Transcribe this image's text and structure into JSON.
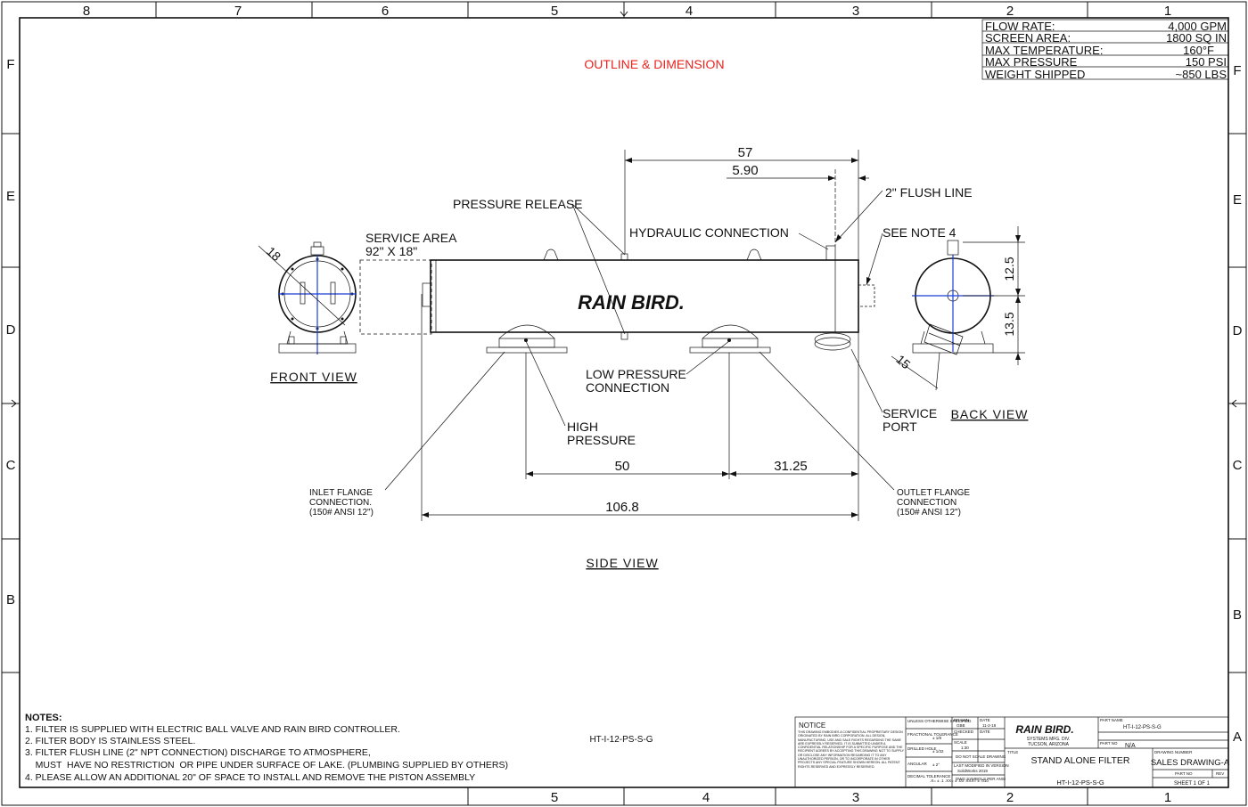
{
  "frame": {
    "top_zones": [
      "8",
      "7",
      "6",
      "5",
      "4",
      "3",
      "2",
      "1"
    ],
    "bottom_zones": [
      "5",
      "4",
      "3",
      "2",
      "1"
    ],
    "left_zones": [
      "F",
      "E",
      "D",
      "C",
      "B"
    ],
    "right_zones": [
      "F",
      "E",
      "D",
      "C",
      "B",
      "A"
    ]
  },
  "title": "OUTLINE & DIMENSION",
  "specs": [
    {
      "label": "FLOW RATE:",
      "value": "4,000 GPM"
    },
    {
      "label": "SCREEN AREA:",
      "value": "1800 SQ IN"
    },
    {
      "label": "MAX TEMPERATURE:",
      "value": "160°F"
    },
    {
      "label": "MAX PRESSURE",
      "value": "150 PSI"
    },
    {
      "label": "WEIGHT SHIPPED",
      "value": "~850 LBS"
    }
  ],
  "views": {
    "front": "FRONT VIEW",
    "side": "SIDE VIEW",
    "back": "BACK VIEW"
  },
  "callouts": {
    "service_area_1": "SERVICE AREA",
    "service_area_2": "92\" X 18\"",
    "pressure_release": "PRESSURE RELEASE",
    "hydraulic": "HYDRAULIC CONNECTION",
    "flush_line": "2\" FLUSH LINE",
    "see_note": "SEE NOTE 4",
    "low_pressure_1": "LOW PRESSURE",
    "low_pressure_2": "CONNECTION",
    "high_pressure_1": "HIGH",
    "high_pressure_2": "PRESSURE",
    "service_port_1": "SERVICE",
    "service_port_2": "PORT",
    "inlet_1": "INLET FLANGE",
    "inlet_2": "CONNECTION.",
    "inlet_3": "(150# ANSI 12\")",
    "outlet_1": "OUTLET FLANGE",
    "outlet_2": "CONNECTION",
    "outlet_3": "(150# ANSI 12\")"
  },
  "dimensions": {
    "d57": "57",
    "d590": "5.90",
    "d50": "50",
    "d3125": "31.25",
    "d1068": "106.8",
    "d18": "18",
    "d125": "12.5",
    "d135": "13.5",
    "d15": "15"
  },
  "brand": "RAIN BIRD.",
  "part_number_center": "HT-I-12-PS-S-G",
  "notes": {
    "heading": "NOTES:",
    "lines": [
      "1. FILTER IS SUPPLIED WITH ELECTRIC BALL VALVE AND RAIN BIRD CONTROLLER.",
      "2. FILTER BODY IS STAINLESS STEEL.",
      "3. FILTER FLUSH LINE (2\" NPT CONNECTION) DISCHARGE TO ATMOSPHERE,",
      "    MUST  HAVE NO RESTRICTION  OR PIPE UNDER SURFACE OF LAKE. (PLUMBING SUPPLIED BY OTHERS)",
      "4. PLEASE ALLOW AN ADDITIONAL 20\" OF SPACE TO INSTALL AND REMOVE THE PISTON ASSEMBLY"
    ]
  },
  "titleblock": {
    "notice": "NOTICE",
    "notice_body": "THIS DRAWING EMBODIES A CONFIDENTIAL PROPRIETARY DESIGN ORIGINATED BY RAIN BIRD CORPORATION. ALL DESIGN, MANUFACTURING, USE AND SALE RIGHTS REGARDING THE SAME ARE EXPRESSLY RESERVED. IT IS SUBMITTED UNDER A CONFIDENTIAL RELATIONSHIP FOR A SPECIFIC PURPOSE AND THE RECIPIENT AGREES BY ACCEPTING THIS DRAWING NOT TO SUPPLY OR DISCLOSE ANY INFORMATION REGARDING IT TO ANY UNAUTHORIZED PERSON, OR TO INCORPORATE IN OTHER PROJECTS ANY SPECIAL FEATURE SHOWN HEREON. ALL PATENT RIGHTS RESERVED AND EXPRESSLY RESERVED.",
    "unless": "UNLESS OTHERWISE SPECIFIED",
    "fractional": "FRACTIONAL TOLERANCE",
    "frac_val": "± 1/8",
    "drilled": "DRILLED HOLE",
    "drilled_val": "± 1/32",
    "angular": "ANGULAR",
    "angular_val": "± 2°",
    "decimal": "DECIMAL TOLERANCE",
    "decimal_val": ".X= ± .1 .XX= ± .03 .XXX= ± .010",
    "drawn": "DRAWN",
    "drawn_val": "GBB",
    "date": "DATE",
    "date_val": "11-2-18",
    "checked": "CHECKED",
    "date2": "DATE",
    "scale": "SCALE",
    "scale_val": "1:30",
    "do_not_scale": "DO NOT SCALE DRAWING",
    "last_mod": "LAST MODIFIED IN VERSION",
    "last_mod_val": "SolidWorks 2019",
    "dwg_symbols": "DWG SYMBOLS PER ANSI",
    "company1": "SYSTEMS MFG. DIV.",
    "company2": "TUCSON, ARIZONA",
    "title_label": "TITLE",
    "title": "STAND ALONE FILTER",
    "title_part": "HT-I-12-PS-S-G",
    "part_name_label": "PART NAME",
    "part_name": "HT-I-12-PS-S-G",
    "part_no_label": "PART NO",
    "part_no": "N/A",
    "drawing_number_label": "DRAWING NUMBER",
    "drawing_number": "SALES DRAWING-A",
    "part_no_label2": "PART NO",
    "rev_label": "REV",
    "sheet": "SHEET 1 OF 1"
  },
  "colors": {
    "title_red": "#e8231e",
    "centerline_blue": "#1a3fd6"
  }
}
